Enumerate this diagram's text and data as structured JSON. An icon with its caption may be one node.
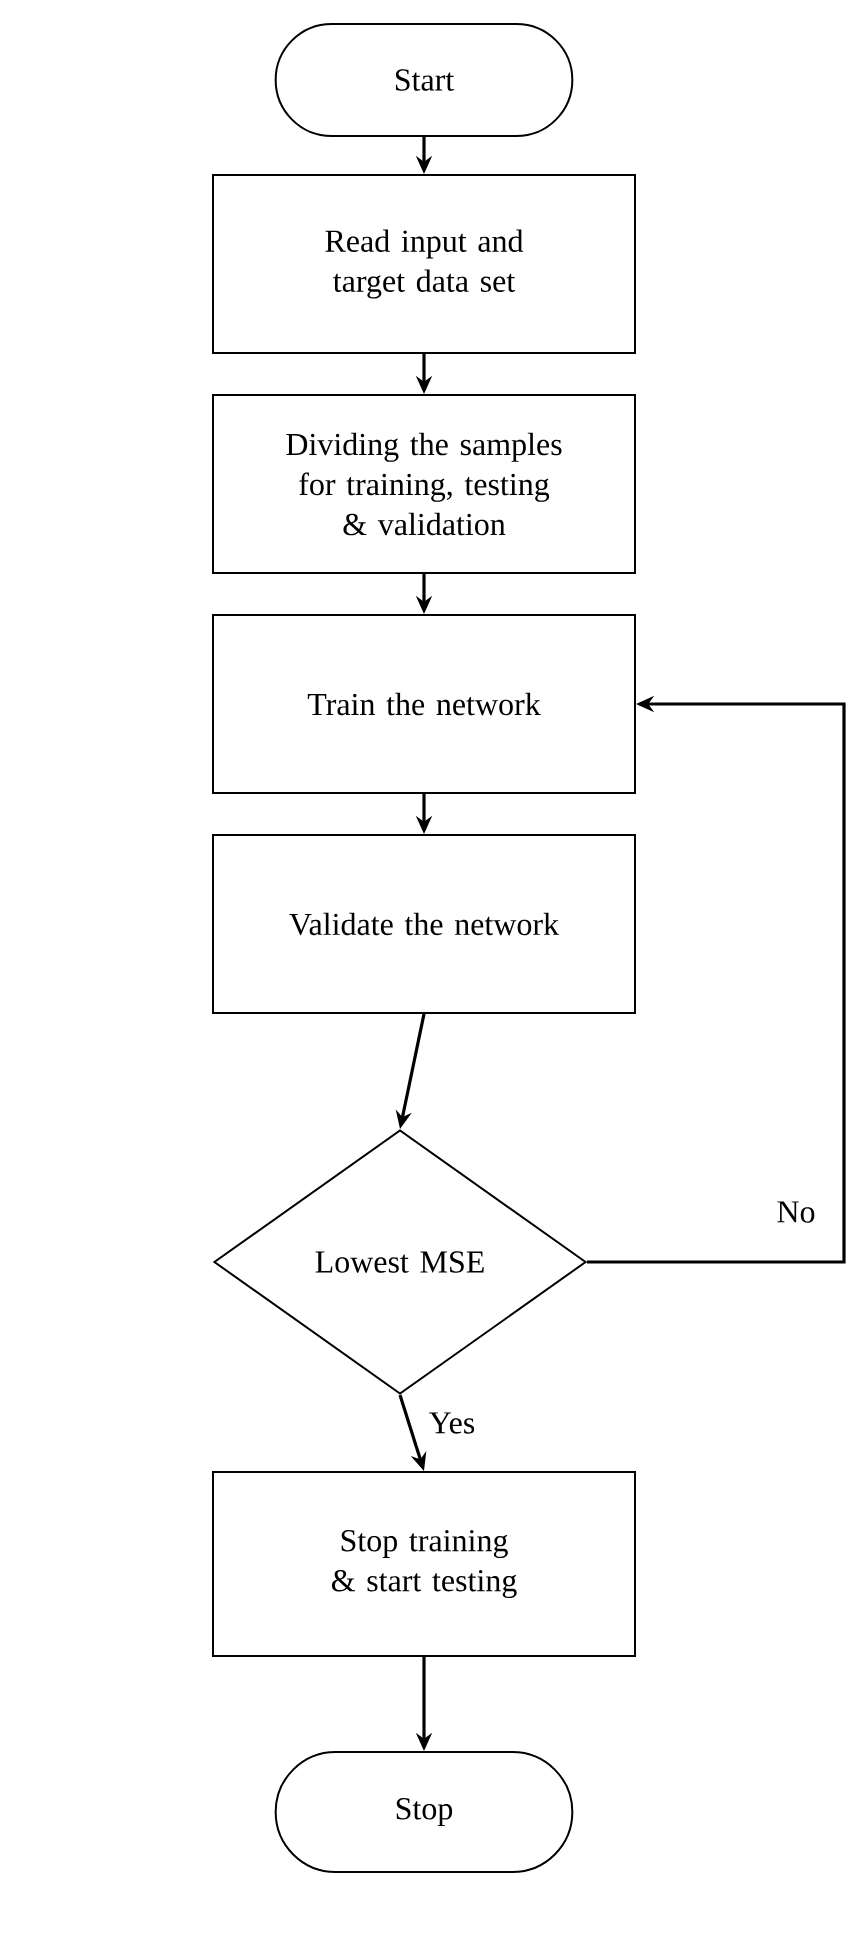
{
  "diagram": {
    "nodes": [
      {
        "text": [
          "Start"
        ]
      },
      {
        "text": [
          "Read input and target data set"
        ]
      },
      {
        "text": [
          "Dividing the samples for training, testing & validation"
        ]
      },
      {
        "text": [
          "Train the network"
        ]
      },
      {
        "text": [
          "Validate the network"
        ]
      },
      {
        "text": [
          "Lowest MSE"
        ]
      },
      {
        "text": [
          "Stop training & start testing"
        ]
      },
      {
        "text": [
          "Stop"
        ]
      }
    ],
    "edges": [
      {
        "from": 0,
        "to": 1,
        "arrow": "to"
      },
      {
        "from": 1,
        "to": 2,
        "arrow": "to"
      },
      {
        "from": 2,
        "to": 3,
        "arrow": "to"
      },
      {
        "from": 3,
        "to": 4,
        "arrow": "to"
      },
      {
        "from": 4,
        "to": 5,
        "arrow": "to"
      },
      {
        "from": 5,
        "to": 6,
        "arrow": "to",
        "label": "Yes"
      },
      {
        "from": 5,
        "to": 3,
        "arrow": "to",
        "label": "No"
      },
      {
        "from": 6,
        "to": 7,
        "arrow": "to"
      }
    ]
  }
}
